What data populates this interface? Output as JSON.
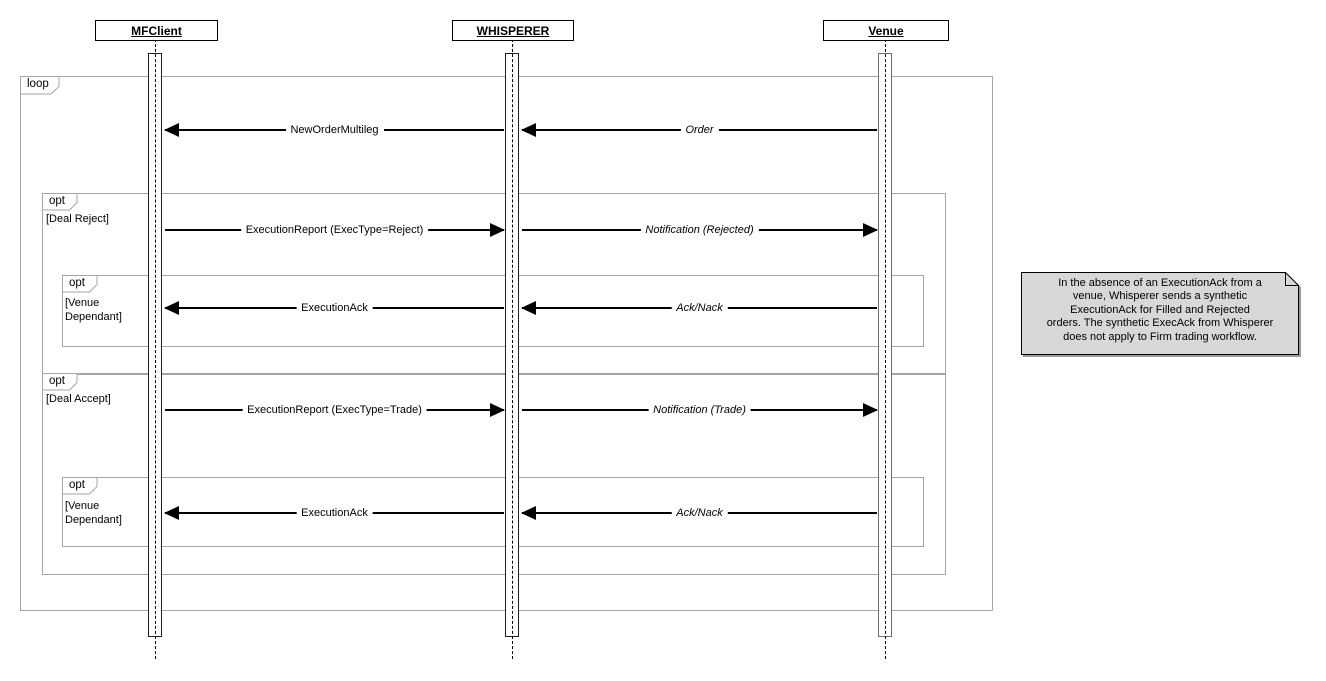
{
  "participants": [
    {
      "name": "MFClient"
    },
    {
      "name": "WHISPERER"
    },
    {
      "name": "Venue"
    }
  ],
  "frames": {
    "loop": {
      "operator": "loop"
    },
    "dealReject": {
      "operator": "opt",
      "guard": "[Deal Reject]"
    },
    "venueDependant1": {
      "operator": "opt",
      "guard": "[Venue\nDependant]"
    },
    "dealAccept": {
      "operator": "opt",
      "guard": "[Deal Accept]"
    },
    "venueDependant2": {
      "operator": "opt",
      "guard": "[Venue\nDependant]"
    }
  },
  "messages": [
    {
      "label": "NewOrderMultileg",
      "from": "WHISPERER",
      "to": "MFClient",
      "style": "plain"
    },
    {
      "label": "Order",
      "from": "Venue",
      "to": "WHISPERER",
      "style": "italic"
    },
    {
      "label": "ExecutionReport (ExecType=Reject)",
      "from": "MFClient",
      "to": "WHISPERER",
      "style": "plain"
    },
    {
      "label": "Notification (Rejected)",
      "from": "WHISPERER",
      "to": "Venue",
      "style": "italic"
    },
    {
      "label": "ExecutionAck",
      "from": "WHISPERER",
      "to": "MFClient",
      "style": "plain"
    },
    {
      "label": "Ack/Nack",
      "from": "Venue",
      "to": "WHISPERER",
      "style": "italic"
    },
    {
      "label": "ExecutionReport (ExecType=Trade)",
      "from": "MFClient",
      "to": "WHISPERER",
      "style": "plain"
    },
    {
      "label": "Notification (Trade)",
      "from": "WHISPERER",
      "to": "Venue",
      "style": "italic"
    },
    {
      "label": "ExecutionAck",
      "from": "WHISPERER",
      "to": "MFClient",
      "style": "plain"
    },
    {
      "label": "Ack/Nack",
      "from": "Venue",
      "to": "WHISPERER",
      "style": "italic"
    }
  ],
  "note": {
    "text": "In the absence of an ExecutionAck from a\nvenue, Whisperer sends a synthetic\nExecutionAck for Filled and Rejected\norders. The synthetic ExecAck from Whisperer\ndoes not apply to Firm trading workflow."
  },
  "colors": {
    "frame_border": "#a6a6a6",
    "note_fill": "#d8d8d8",
    "message": "#000000",
    "background": "#ffffff"
  }
}
